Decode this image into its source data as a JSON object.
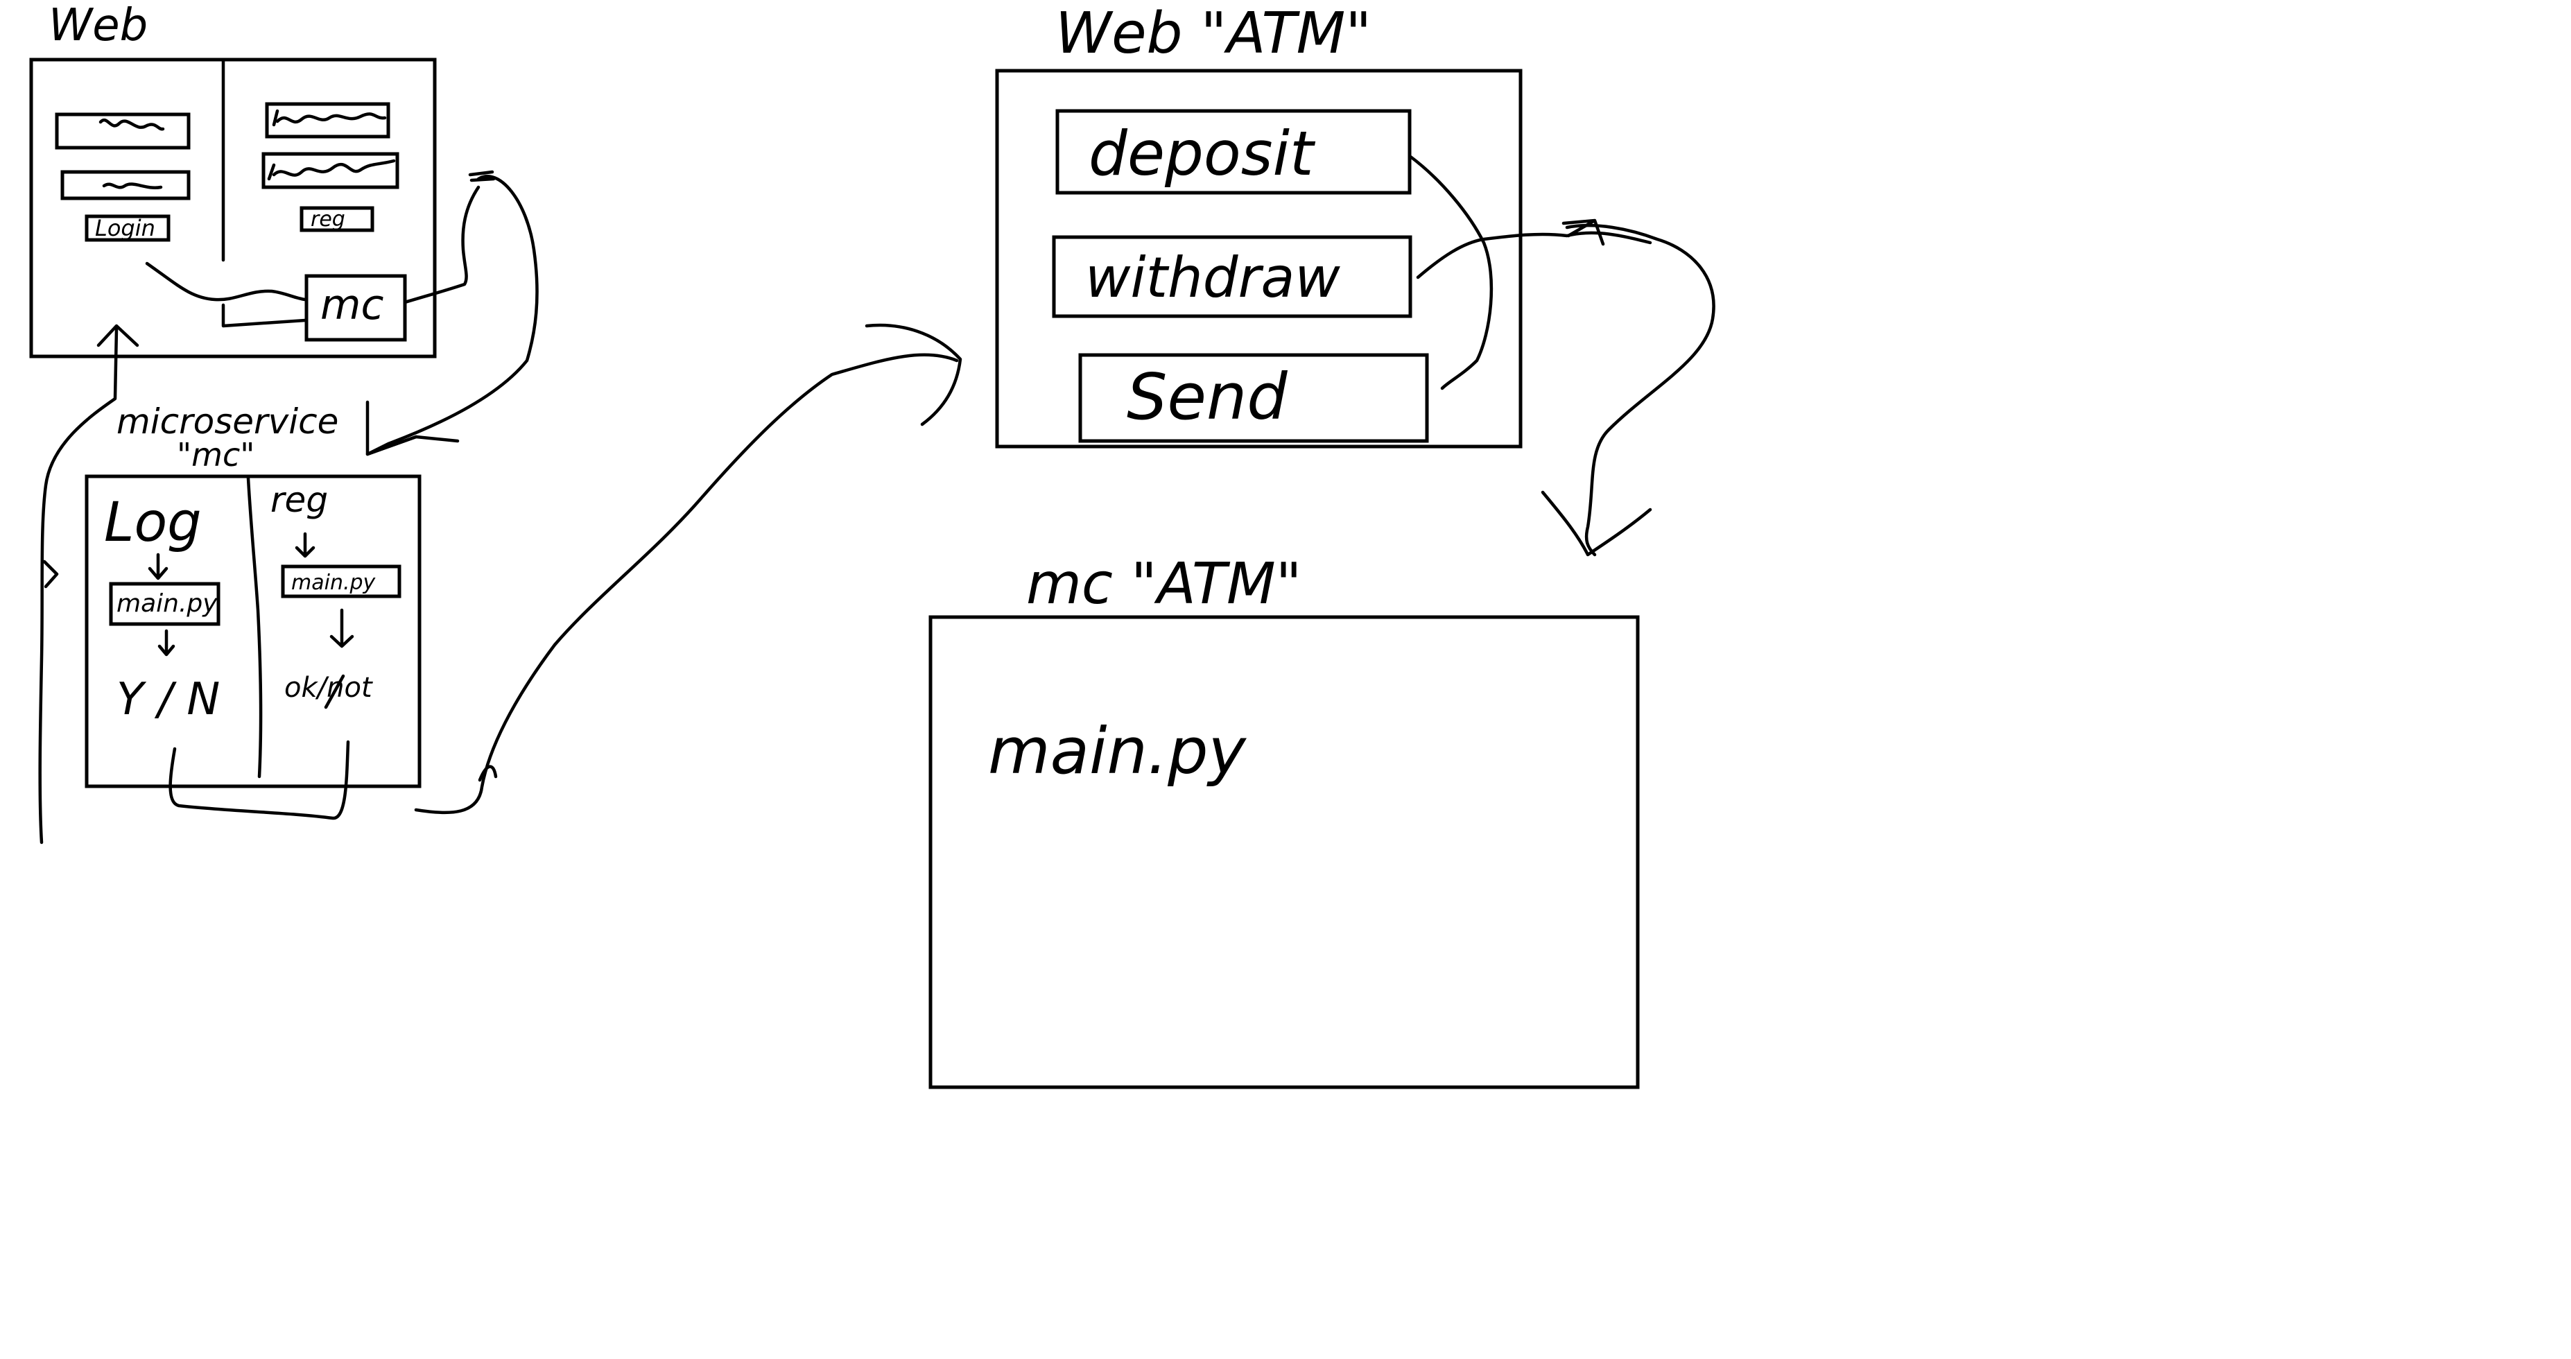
{
  "ink_color": "#000000",
  "background_color": "#ffffff",
  "web_panel": {
    "title": "Web",
    "login_button": "Login",
    "reg_button": "reg",
    "mc_button": "mc"
  },
  "microservice_panel": {
    "title_line1": "microservice",
    "title_line2": "\"mc\"",
    "log_column": {
      "heading": "Log",
      "file": "main.py",
      "result": "Y / N"
    },
    "reg_column": {
      "heading": "reg",
      "file": "main.py",
      "result": "ok/not"
    }
  },
  "web_atm_panel": {
    "title": "Web \"ATM\"",
    "buttons": [
      "deposit",
      "withdraw",
      "Send"
    ]
  },
  "mc_atm_panel": {
    "title": "mc \"ATM\"",
    "file": "main.py"
  }
}
